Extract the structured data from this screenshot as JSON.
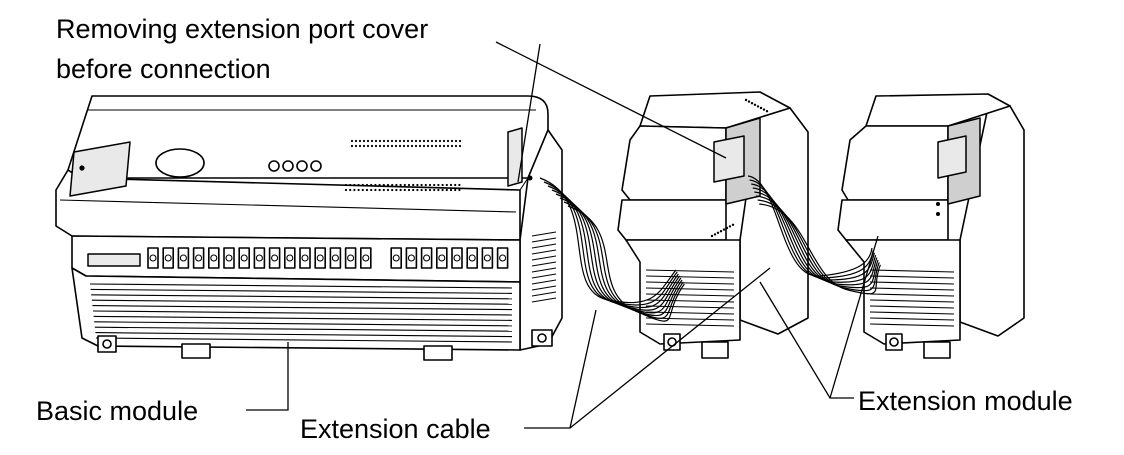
{
  "labels": {
    "cover_line1": "Removing extension port cover",
    "cover_line2": "before connection",
    "basic_module": "Basic module",
    "extension_cable": "Extension cable",
    "extension_module": "Extension module"
  }
}
